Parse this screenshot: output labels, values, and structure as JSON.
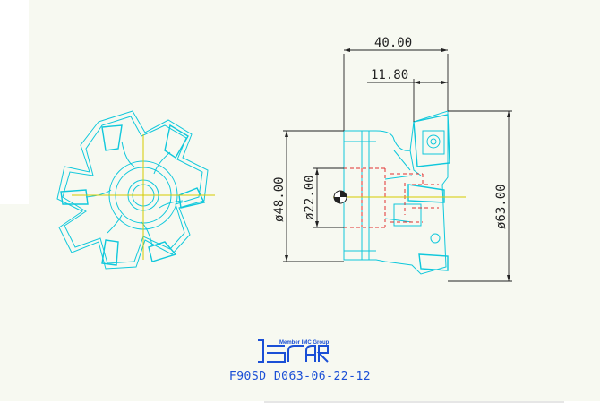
{
  "dimensions": {
    "overall_length": "40.00",
    "insert_length": "11.80",
    "body_diameter": "ø48.00",
    "bore_diameter": "ø22.00",
    "cutting_diameter": "ø63.00"
  },
  "logo": {
    "tagline": "Member IMC Group",
    "wordmark": "iscar"
  },
  "caption": "F90SD D063-06-22-12",
  "colors": {
    "background": "#ffffff",
    "panel_bg": "#f7f9f1",
    "geometry": "#10c8dc",
    "dimension": "#222222",
    "hidden": "#e03030",
    "centerline": "#d6cc00",
    "logo": "#1a4fd6"
  }
}
